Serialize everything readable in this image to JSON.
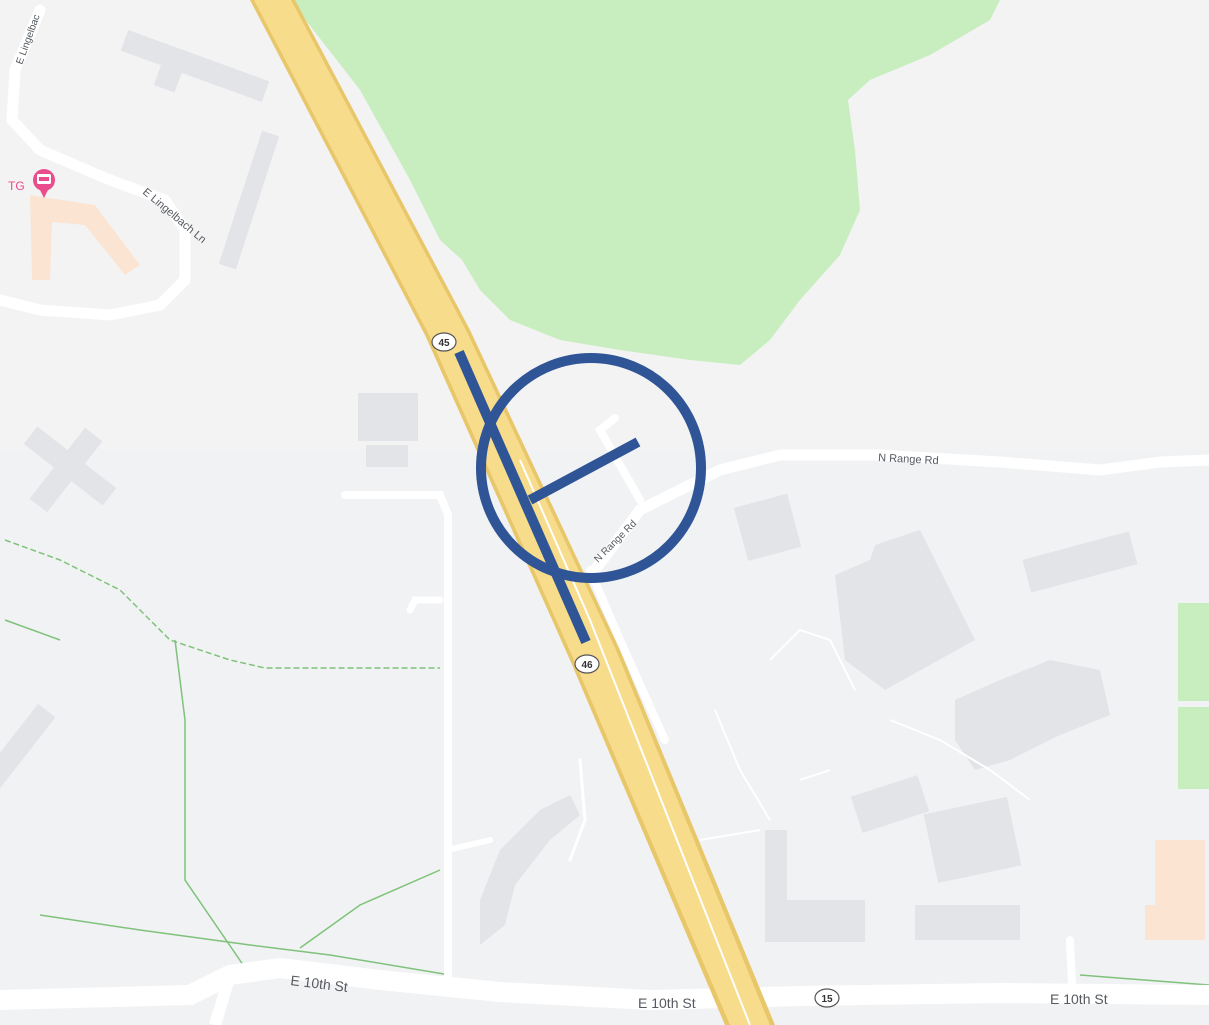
{
  "map": {
    "colors": {
      "land": "#f1f2f4",
      "park": "#c8eec0",
      "highway": "#f7dc8c",
      "highway_edge": "#e8c66a",
      "road": "#ffffff",
      "building": "#e3e4e7",
      "building_commercial": "#fbe5d2",
      "trail": "#7fc27a",
      "marker": "#2f5596",
      "poi": "#e94d8c"
    },
    "streets": {
      "e_10th_st_left": "E 10th St",
      "e_10th_st_mid": "E 10th St",
      "e_10th_st_right": "E 10th St",
      "n_range_rd_east": "N Range Rd",
      "n_range_rd_ramp": "N Range Rd",
      "e_lingelbach_ln_top": "E Lingelbac",
      "e_lingelbach_ln": "E Lingelbach Ln"
    },
    "shields": {
      "route_45_north": "45",
      "route_46_south": "46",
      "route_15": "15"
    },
    "poi": {
      "label": "TG",
      "icon": "hotel-icon"
    },
    "marker": {
      "icon": "circle-stick-marker-icon"
    }
  }
}
